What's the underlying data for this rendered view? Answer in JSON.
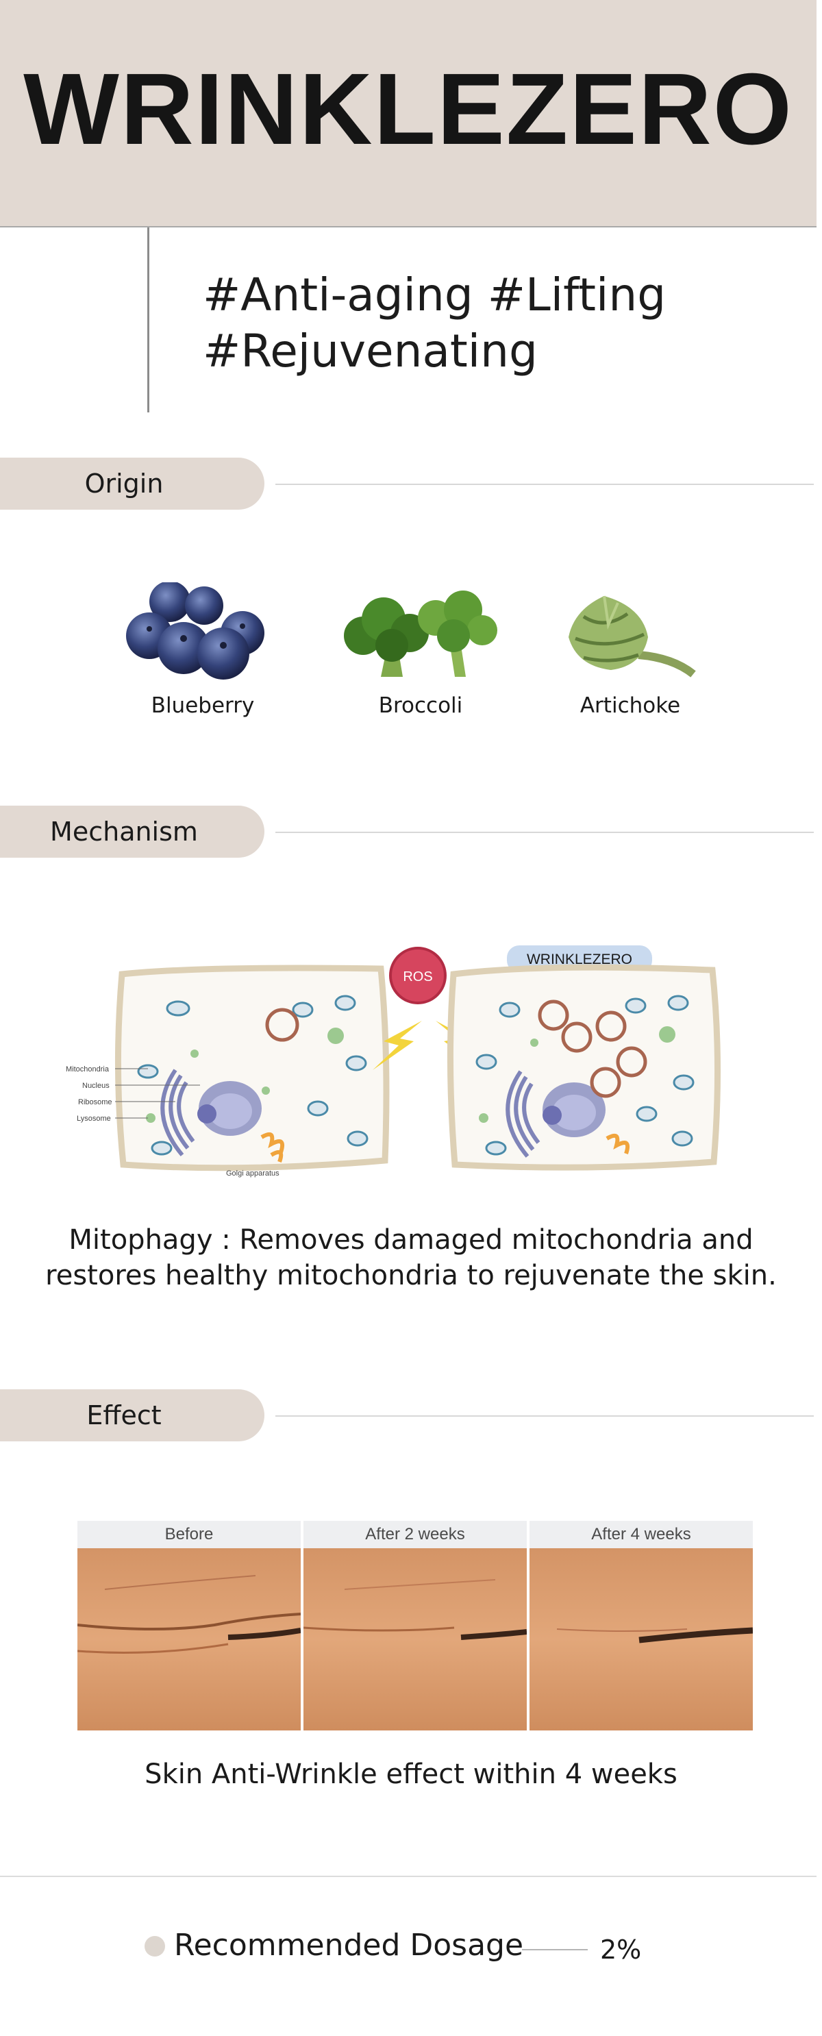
{
  "brand": "WRINKLEZERO",
  "tags": [
    "#Anti-aging #Lifting",
    "#Rejuvenating"
  ],
  "sections": {
    "origin": "Origin",
    "mechanism": "Mechanism",
    "effect": "Effect"
  },
  "origin_items": [
    "Blueberry",
    "Broccoli",
    "Artichoke"
  ],
  "diagram": {
    "ros_label": "ROS",
    "badge_label": "WRINKLEZERO",
    "legend": [
      "Mitochondria",
      "Nucleus",
      "Ribosome",
      "Lysosome"
    ],
    "golgi_label": "Golgi apparatus"
  },
  "mechanism_caption": [
    "Mitophagy : Removes damaged mitochondria and",
    "restores healthy mitochondria to rejuvenate the skin."
  ],
  "effect_photos": [
    "Before",
    "After 2 weeks",
    "After 4 weeks"
  ],
  "effect_caption": "Skin  Anti-Wrinkle effect within 4 weeks",
  "dosage": {
    "label": "Recommended Dosage",
    "value": "2%"
  },
  "colors": {
    "accent": "#e2d9d2",
    "ros": "#d6455e",
    "badge": "#c9daef"
  }
}
